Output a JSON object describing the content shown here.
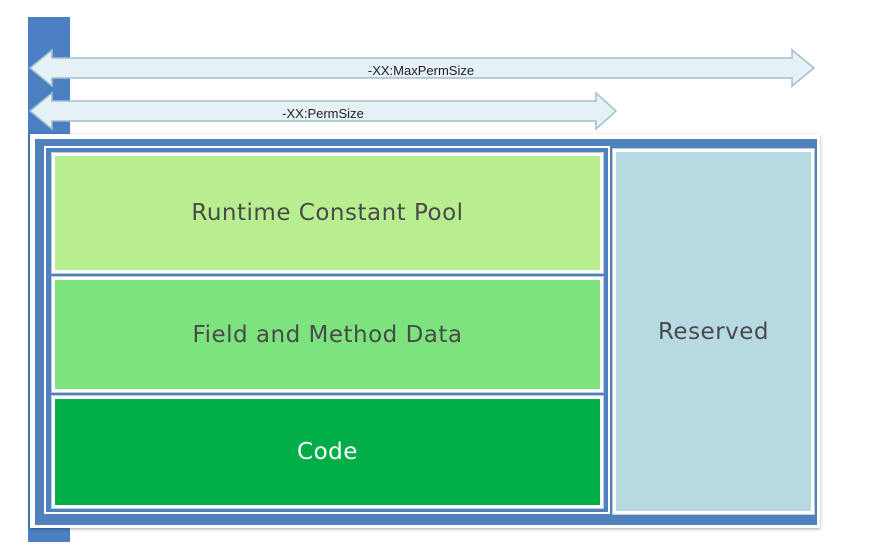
{
  "arrows": {
    "max_perm_label": "-XX:MaxPermSize",
    "perm_label": "-XX:PermSize"
  },
  "blocks": {
    "runtime_constant_pool": "Runtime Constant Pool",
    "field_method_data": "Field and Method Data",
    "code": "Code",
    "reserved": "Reserved"
  },
  "colors": {
    "frame_blue": "#4f81bd",
    "arrow_fill": "#e6f1f5",
    "arrow_stroke": "#9fbfcc",
    "runtime_constant_pool": "#b8ee90",
    "field_method_data": "#7ce37f",
    "code": "#00ad47",
    "reserved": "#b6d9e2"
  }
}
